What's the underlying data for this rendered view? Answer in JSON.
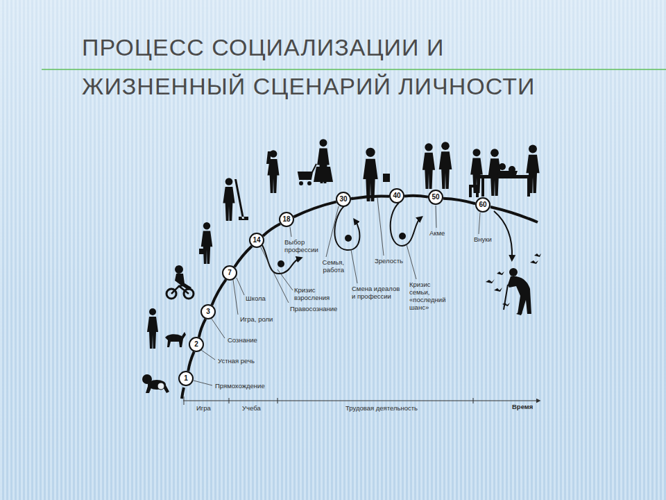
{
  "diagram": {
    "title": "ПРОЦЕСС СОЦИАЛИЗАЦИИ И ЖИЗНЕННЫЙ СЦЕНАРИЙ ЛИЧНОСТИ",
    "nodes": [
      {
        "text": [
          "1"
        ]
      },
      {
        "text": [
          "2"
        ]
      },
      {
        "text": [
          "3"
        ]
      },
      {
        "text": [
          "7"
        ]
      },
      {
        "text": [
          "14"
        ]
      },
      {
        "text": [
          "18"
        ]
      },
      {
        "text": [
          "30"
        ]
      },
      {
        "text": [
          "40"
        ]
      },
      {
        "text": [
          "50"
        ]
      },
      {
        "text": [
          "60"
        ]
      }
    ],
    "edges": [
      {
        "from": 0,
        "to": 1,
        "arrow": "none"
      },
      {
        "from": 1,
        "to": 2,
        "arrow": "none"
      },
      {
        "from": 2,
        "to": 3,
        "arrow": "none"
      },
      {
        "from": 3,
        "to": 4,
        "arrow": "none"
      },
      {
        "from": 4,
        "to": 5,
        "arrow": "none"
      },
      {
        "from": 5,
        "to": 6,
        "arrow": "none"
      },
      {
        "from": 6,
        "to": 7,
        "arrow": "none"
      },
      {
        "from": 7,
        "to": 8,
        "arrow": "none"
      },
      {
        "from": 8,
        "to": 9,
        "arrow": "none"
      }
    ],
    "labels": [
      "Прямохождение",
      "Устная речь",
      "Сознание",
      "Игра, роли",
      "Школа",
      "Правосознание",
      "Кризис взросления",
      "Выбор профессии",
      "Семья, работа",
      "Смена идеалов и профессии",
      "Зрелость",
      "Кризис семьи, «последний шанс»",
      "Акме",
      "Внуки",
      "Игра",
      "Учеба",
      "Трудовая деятельность",
      "Время"
    ]
  }
}
